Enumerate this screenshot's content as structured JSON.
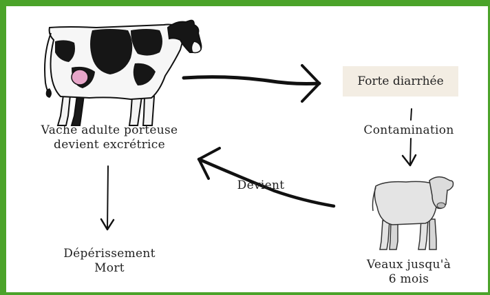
{
  "nodes": {
    "cow_label": [
      "Vache adulte porteuse",
      "devient excrétrice"
    ],
    "diarrhea": "Forte diarrhée",
    "contamination": "Contamination",
    "calf_label": [
      "Veaux jusqu'à",
      "6 mois"
    ],
    "becomes": "Devient",
    "outcome": [
      "Dépérissement",
      "Mort"
    ]
  },
  "colors": {
    "frame": "#4ba32a",
    "box_fill": "#f3ede3",
    "arrow": "#111111",
    "cow_udder": "#e7a6c9",
    "calf_fill": "#e4e4e4"
  },
  "icons": [
    "adult-cow-illustration",
    "calf-illustration"
  ]
}
